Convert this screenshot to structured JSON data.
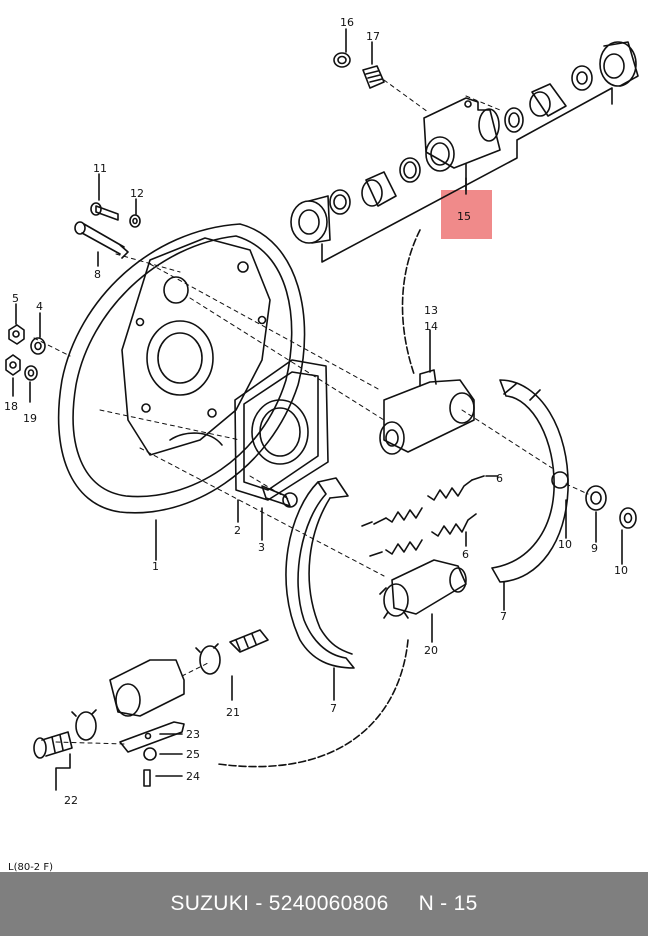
{
  "diagram": {
    "callouts": {
      "c16": "16",
      "c17": "17",
      "c11": "11",
      "c12": "12",
      "c8": "8",
      "c5": "5",
      "c4": "4",
      "c18": "18",
      "c19": "19",
      "c1": "1",
      "c2": "2",
      "c3": "3",
      "c13": "13",
      "c14": "14",
      "c6a": "6",
      "c6b": "6",
      "c10a": "10",
      "c10b": "10",
      "c9": "9",
      "c7a": "7",
      "c7b": "7",
      "c20": "20",
      "c21": "21",
      "c22": "22",
      "c23": "23",
      "c24": "24",
      "c25": "25"
    },
    "highlight": {
      "label": "15",
      "color": "#f08a8a"
    },
    "drawing_code": "L(80-2  F)"
  },
  "footer": {
    "brand_part": "SUZUKI - 5240060806",
    "ref": "N - 15",
    "background": "#7f7f7f"
  }
}
